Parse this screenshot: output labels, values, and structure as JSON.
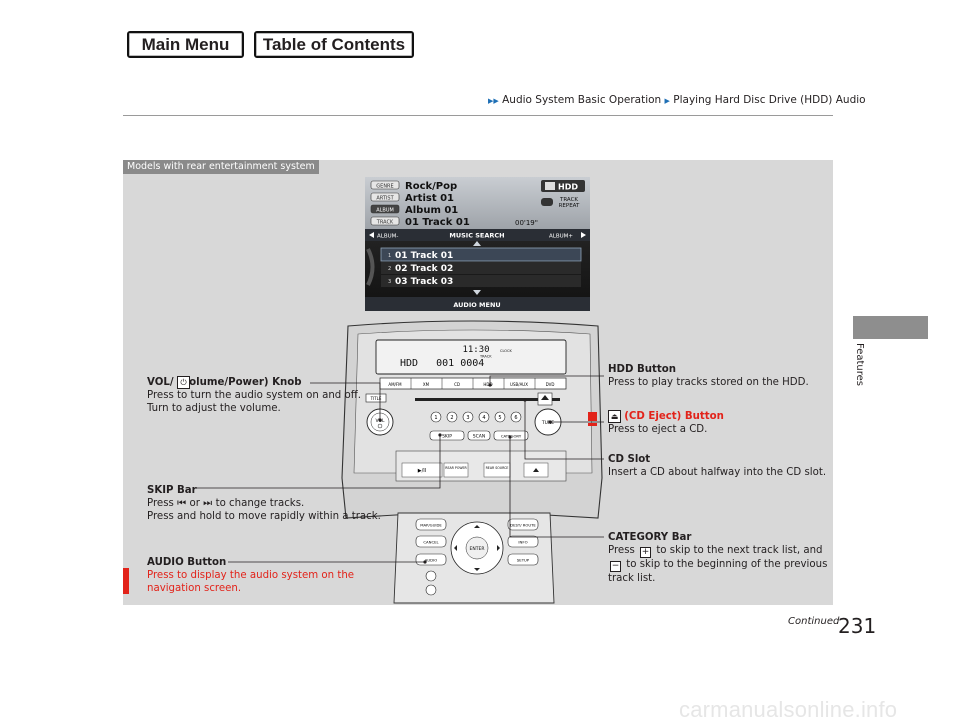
{
  "nav": {
    "main_menu": "Main Menu",
    "toc": "Table of Contents"
  },
  "breadcrumb": {
    "part1": "Audio System Basic Operation",
    "part2": "Playing Hard Disc Drive (HDD) Audio"
  },
  "side_label": "Features",
  "panel_tag": "Models with rear entertainment system",
  "screen": {
    "genre_tag": "GENRE",
    "genre": "Rock/Pop",
    "artist_tag": "ARTIST",
    "artist": "Artist 01",
    "album_tag": "ALBUM",
    "album": "Album 01",
    "track_tag": "TRACK",
    "track": "01 Track 01",
    "time": "00'19\"",
    "source": "HDD",
    "repeat1": "TRACK",
    "repeat2": "REPEAT",
    "album_prev": "ALBUM-",
    "music_search": "MUSIC SEARCH",
    "album_next": "ALBUM+",
    "items": [
      {
        "n": "1",
        "t": "01 Track 01"
      },
      {
        "n": "2",
        "t": "02 Track 02"
      },
      {
        "n": "3",
        "t": "03 Track 03"
      }
    ],
    "audio_menu": "AUDIO MENU"
  },
  "unit": {
    "display_top": "11:30",
    "clock": "CLOCK",
    "track": "TRACK",
    "display_main": "HDD   001 0004",
    "sources": [
      "AM/FM",
      "XM",
      "CD",
      "HDD",
      "USB/AUX",
      "DVD"
    ],
    "title": "TITLE",
    "vol": "VOL",
    "tune": "TUNE",
    "presets": [
      "1",
      "2",
      "3",
      "4",
      "5",
      "6"
    ],
    "skip": "SKIP",
    "scan": "SCAN",
    "category": "CATEGORY",
    "rear_power": "REAR POWER",
    "rear_source": "REAR SOURCE",
    "map_guide": "MAP/GUIDE",
    "dest_route": "DEST/ ROUTE",
    "cancel": "CANCEL",
    "info": "INFO",
    "enter": "ENTER",
    "audio": "AUDIO",
    "setup": "SETUP"
  },
  "callouts": {
    "vol_title": "VOL/  (Volume/Power) Knob",
    "vol_l1": "Press to turn the audio system on and off.",
    "vol_l2": "Turn to adjust the volume.",
    "hdd_title": "HDD Button",
    "hdd_l1": "Press to play tracks stored on the HDD.",
    "eject_title": "(CD Eject) Button",
    "eject_l1": "Press to eject a CD.",
    "slot_title": "CD Slot",
    "slot_l1": "Insert a CD about halfway into the CD slot.",
    "skip_title": "SKIP Bar",
    "skip_l1a": "Press",
    "skip_l1b": "or",
    "skip_l1c": "to change tracks.",
    "skip_l2": "Press and hold to move rapidly within a track.",
    "audio_title": "AUDIO Button",
    "audio_l1": "Press to display the audio system on the",
    "audio_l2": "navigation screen.",
    "cat_title": "CATEGORY Bar",
    "cat_l1a": "Press",
    "cat_l1b": "to skip to the next track list, and",
    "cat_l2": "to skip to the beginning of the previous",
    "cat_l3": "track list."
  },
  "footer": {
    "continued": "Continued",
    "page": "231",
    "watermark": "carmanualsonline.info"
  }
}
